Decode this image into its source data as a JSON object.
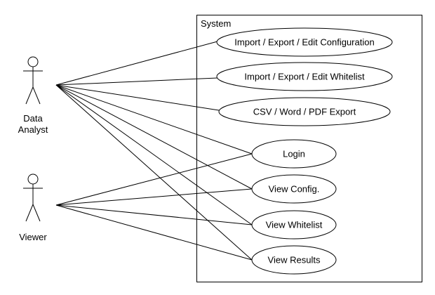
{
  "system": {
    "label": "System"
  },
  "actors": [
    {
      "id": "data-analyst",
      "lines": [
        "Data",
        "Analyst"
      ]
    },
    {
      "id": "viewer",
      "lines": [
        "Viewer"
      ]
    }
  ],
  "use_cases": [
    {
      "id": "import-export-edit-configuration",
      "label": "Import / Export / Edit Configuration"
    },
    {
      "id": "import-export-edit-whitelist",
      "label": "Import / Export / Edit Whitelist"
    },
    {
      "id": "csv-word-pdf-export",
      "label": "CSV / Word / PDF Export"
    },
    {
      "id": "login",
      "label": "Login"
    },
    {
      "id": "view-config",
      "label": "View Config."
    },
    {
      "id": "view-whitelist",
      "label": "View Whitelist"
    },
    {
      "id": "view-results",
      "label": "View Results"
    }
  ],
  "associations": [
    {
      "actor": "data-analyst",
      "use_case": "import-export-edit-configuration"
    },
    {
      "actor": "data-analyst",
      "use_case": "import-export-edit-whitelist"
    },
    {
      "actor": "data-analyst",
      "use_case": "csv-word-pdf-export"
    },
    {
      "actor": "data-analyst",
      "use_case": "login"
    },
    {
      "actor": "data-analyst",
      "use_case": "view-config"
    },
    {
      "actor": "data-analyst",
      "use_case": "view-whitelist"
    },
    {
      "actor": "data-analyst",
      "use_case": "view-results"
    },
    {
      "actor": "viewer",
      "use_case": "login"
    },
    {
      "actor": "viewer",
      "use_case": "view-config"
    },
    {
      "actor": "viewer",
      "use_case": "view-whitelist"
    },
    {
      "actor": "viewer",
      "use_case": "view-results"
    }
  ]
}
